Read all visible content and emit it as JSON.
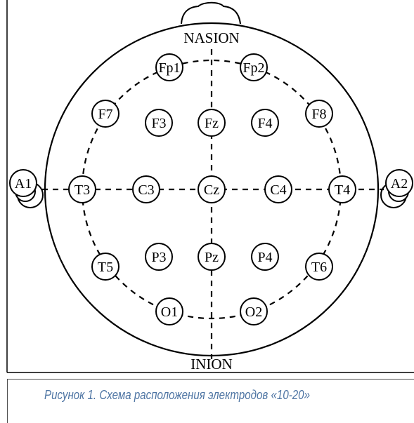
{
  "landmarks": {
    "top": "NASION",
    "bottom": "INION"
  },
  "electrodes": {
    "fp1": "Fp1",
    "fp2": "Fp2",
    "f7": "F7",
    "f3": "F3",
    "fz": "Fz",
    "f4": "F4",
    "f8": "F8",
    "a1": "A1",
    "t3": "T3",
    "c3": "C3",
    "cz": "Cz",
    "c4": "C4",
    "t4": "T4",
    "a2": "A2",
    "t5": "T5",
    "p3": "P3",
    "pz": "Pz",
    "p4": "P4",
    "t6": "T6",
    "o1": "O1",
    "o2": "O2"
  },
  "caption": "Рисунок 1. Схема расположения электродов «10-20»",
  "colors": {
    "caption": "#4d74a3",
    "lines": "#000000"
  }
}
